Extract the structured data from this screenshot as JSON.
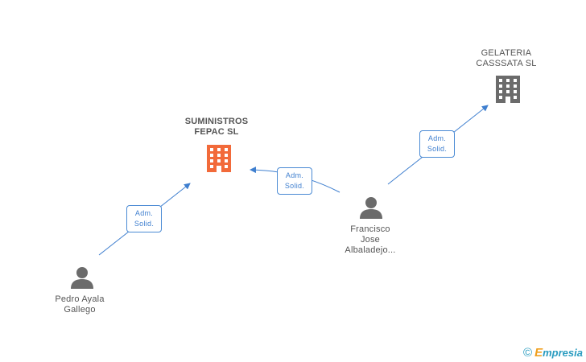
{
  "nodes": {
    "suministros": {
      "line1": "SUMINISTROS",
      "line2": "FEPAC SL"
    },
    "gelateria": {
      "line1": "GELATERIA",
      "line2": "CASSSATA  SL"
    },
    "francisco": {
      "line1": "Francisco",
      "line2": "Jose",
      "line3": "Albaladejo..."
    },
    "pedro": {
      "line1": "Pedro Ayala",
      "line2": "Gallego"
    }
  },
  "edges": [
    {
      "from": "pedro",
      "to": "suministros",
      "label_line1": "Adm.",
      "label_line2": "Solid."
    },
    {
      "from": "francisco",
      "to": "suministros",
      "label_line1": "Adm.",
      "label_line2": "Solid."
    },
    {
      "from": "francisco",
      "to": "gelateria",
      "label_line1": "Adm.",
      "label_line2": "Solid."
    }
  ],
  "colors": {
    "main_company": "#f26a3a",
    "company": "#6b6b6b",
    "person": "#6b6b6b",
    "edge": "#3f7fcf"
  },
  "brand": {
    "copyright": "©",
    "e": "E",
    "rest": "mpresia"
  }
}
